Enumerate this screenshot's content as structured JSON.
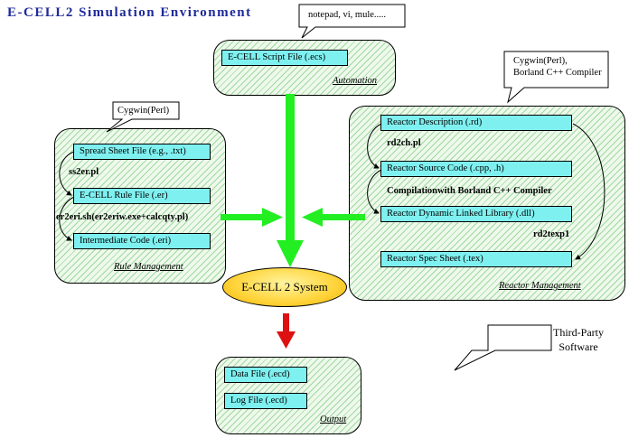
{
  "title": "E-CELL2 Simulation Environment",
  "automation": {
    "caption": "Automation",
    "callout": "notepad, vi, mule.....",
    "box": "E-CELL Script File (.ecs)"
  },
  "rule_management": {
    "caption": "Rule Management",
    "callout": "Cygwin(Perl)",
    "boxes": [
      "Spread Sheet File (e.g., .txt)",
      "E-CELL Rule File (.er)",
      "Intermediate Code (.eri)"
    ],
    "steps": [
      "ss2er.pl",
      "er2eri.sh(er2eriw.exe+calcqty.pl)"
    ]
  },
  "reactor_management": {
    "caption": "Reactor Management",
    "callout_lines": [
      "Cygwin(Perl),",
      "Borland C++ Compiler"
    ],
    "boxes": [
      "Reactor Description (.rd)",
      "Reactor Source Code (.cpp, .h)",
      "Reactor Dynamic Linked Library (.dll)",
      "Reactor Spec Sheet (.tex)"
    ],
    "steps": [
      "rd2ch.pl",
      "Compilationwith Borland C++ Compiler",
      "rd2texp1"
    ]
  },
  "system": {
    "label": "E-CELL 2 System"
  },
  "output": {
    "caption": "Output",
    "boxes": [
      "Data File (.ecd)",
      "Log File (.ecd)"
    ]
  },
  "third_party": {
    "lines": [
      "Third-Party",
      "Software"
    ]
  },
  "colors": {
    "title": "#1f2a9a",
    "file_box": "#7ff0f0",
    "flow_arrow": "#22ee22",
    "output_arrow": "#dd1111",
    "panel_hatch": "#5fbe5f",
    "system_fill": "#ffd640"
  }
}
